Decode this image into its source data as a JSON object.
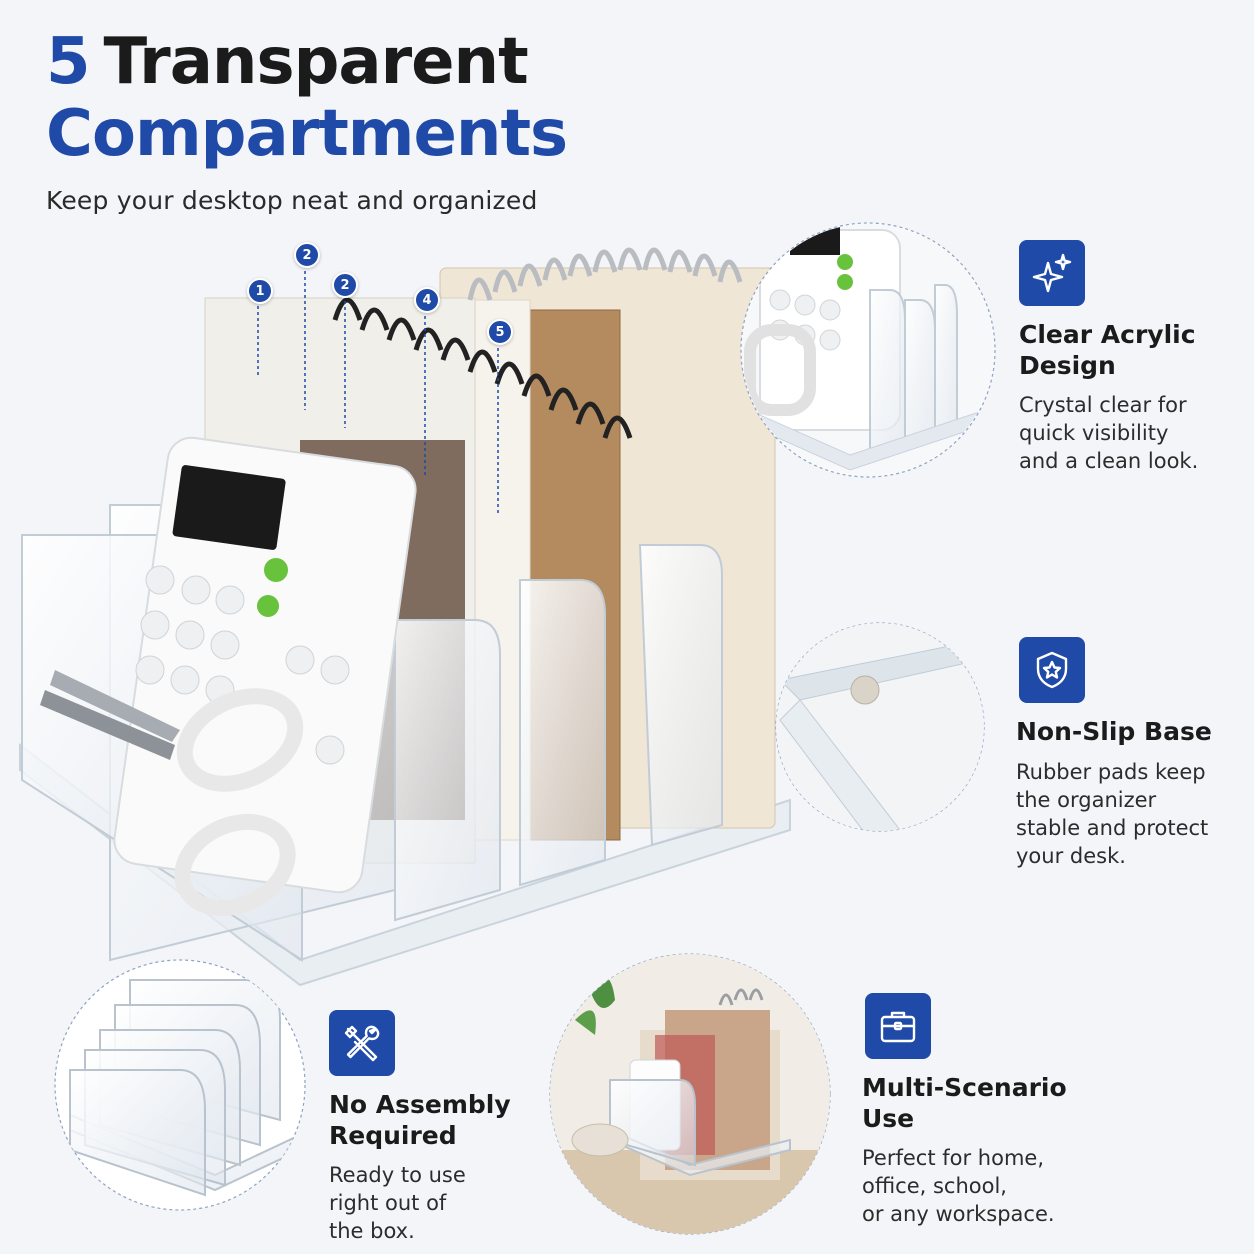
{
  "headline": {
    "number": "5",
    "word": "Transparent",
    "line2": "Compartments",
    "subtitle": "Keep your desktop neat and organized"
  },
  "callouts": [
    "1",
    "2",
    "2",
    "4",
    "5"
  ],
  "features": [
    {
      "title_l1": "Clear Acrylic",
      "title_l2": "Design",
      "desc": [
        "Crystal clear for",
        "quick visibility",
        "and a clean look."
      ],
      "icon": "sparkle-icon"
    },
    {
      "title_l1": "Non-Slip Base",
      "title_l2": "",
      "desc": [
        "Rubber pads keep",
        "the organizer",
        "stable and protect",
        "your desk."
      ],
      "icon": "shield-star-icon"
    },
    {
      "title_l1": "No Assembly",
      "title_l2": "Required",
      "desc": [
        "Ready to use",
        "right out of",
        "the box."
      ],
      "icon": "tools-icon"
    },
    {
      "title_l1": "Multi-Scenario",
      "title_l2": "Use",
      "desc": [
        "Perfect for home,",
        "office, school,",
        "or any workspace."
      ],
      "icon": "briefcase-icon"
    }
  ],
  "colors": {
    "brand": "#1f4aa8",
    "background": "#f4f5f8",
    "text": "#1b1b1b"
  }
}
